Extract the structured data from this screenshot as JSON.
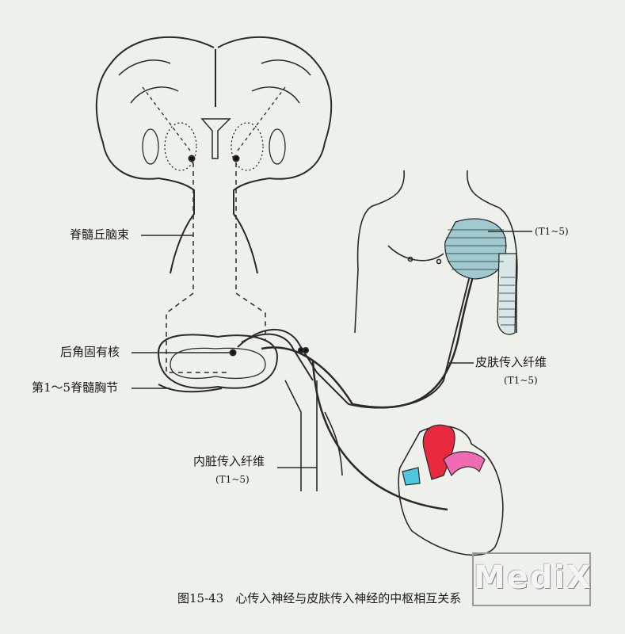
{
  "labels": {
    "spinothalamic_tract": "脊髓丘脑束",
    "dorsal_horn_nucleus": "后角固有核",
    "thoracic_segments": "第1～5脊髓胸节",
    "skin_dermatome": "(T1~5)",
    "skin_afferent": "皮肤传入纤维",
    "skin_afferent_seg": "(T1~5)",
    "visceral_afferent": "内脏传入纤维",
    "visceral_afferent_seg": "(T1~5)"
  },
  "caption": "图15-43　心传入神经与皮肤传入神经的中枢相互关系",
  "watermark": "MediX",
  "colors": {
    "aorta": "#e8283c",
    "pulmonary": "#f06ab4",
    "vein": "#4fc6e0",
    "dermatome": "#9fc9cf"
  }
}
